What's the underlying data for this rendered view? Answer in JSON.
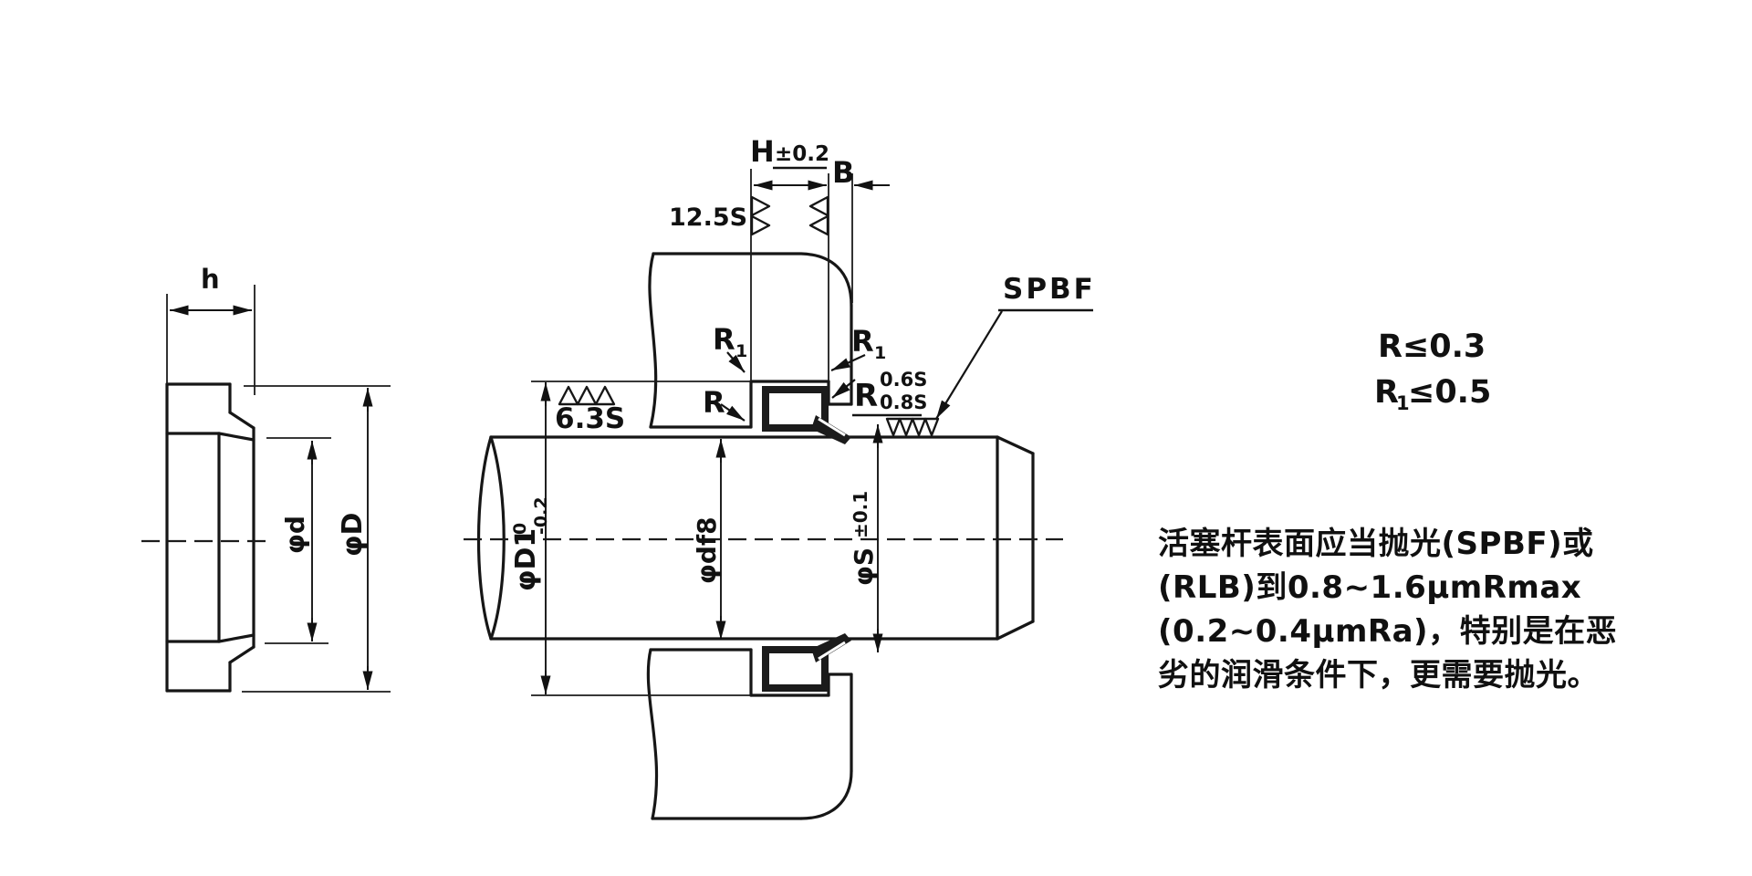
{
  "left_view": {
    "h_label": "h",
    "phi_d_label": "φd",
    "phi_D_label": "φD"
  },
  "center_view": {
    "groove_width_label": "H",
    "groove_width_tol": "±0.2",
    "land_width_label": "B",
    "side_roughness": "12.5S",
    "bore_roughness": "6.3S",
    "shaft_surface_code": "SPBF",
    "radius_r1_left": "R",
    "radius_r1_left_sub": "1",
    "radius_r_lower_left": "R",
    "radius_r1_right": "R",
    "radius_r1_right_sub": "1",
    "radius_r_entry": "R",
    "radius_r_entry_sup": "0.6S",
    "radius_r_entry_sub": "0.8S",
    "groove_dia_label": "φD1",
    "groove_dia_tol_upper": "0",
    "groove_dia_tol_lower": "-0.2",
    "rod_fit_label": "φdf8",
    "rod_dia_label": "φS",
    "rod_dia_tol": "±0.1"
  },
  "notes_right": {
    "radius_note_1": "R≤0.3",
    "radius_note_2_r": "R",
    "radius_note_2_sub": "1",
    "radius_note_2_rest": "≤0.5"
  },
  "description": {
    "lines": [
      "活塞杆表面应当抛光(SPBF)或",
      "(RLB)到0.8~1.6μmRmax",
      "(0.2~0.4μmRa)，特别是在恶",
      "劣的润滑条件下，更需要抛光。"
    ]
  }
}
